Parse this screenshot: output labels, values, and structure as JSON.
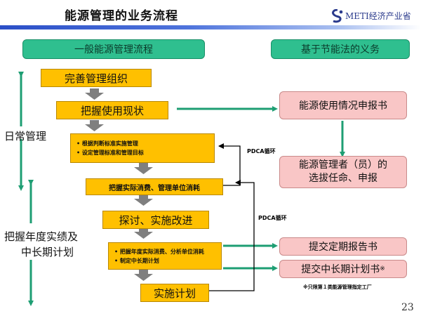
{
  "title": "能源管理的业务流程",
  "logo": {
    "text": "METI经济产业省",
    "icon": "meti-logo-icon"
  },
  "headers": {
    "left": "一般能源管理流程",
    "right": "基于节能法的义务"
  },
  "side_labels": {
    "daily": "日常管理",
    "annual_line1": "把握年度实绩及",
    "annual_line2": "中长期计划"
  },
  "flow": {
    "step1": "完善管理组织",
    "step2": "把握使用现状",
    "step3_items": [
      "根据判断标准实施管理",
      "设定管理标准和管理目标"
    ],
    "step4": "把握实际消费、管理单位消耗",
    "step5": "探讨、实施改进",
    "step6_items": [
      "把握年度实际消费、分析单位消耗",
      "制定中长期计划"
    ],
    "step7": "实施计划"
  },
  "pdca": {
    "label1": "PDCA循环",
    "label2": "PDCA循环"
  },
  "obligations": {
    "report_status": "能源使用情况申报书",
    "manager_line1": "能源管理者（员）的",
    "manager_line2": "选拔任命、申报",
    "periodic_report": "提交定期报告书",
    "midlong_plan": "提交中长期计划书",
    "midlong_mark": "※"
  },
  "footnote": "※只限第１类能源管理指定工厂",
  "page_number": "23",
  "colors": {
    "green": "#2fbf8f",
    "yellow": "#ffc000",
    "pink": "#f9c6c6",
    "arrow_gray": "#7f7f7f",
    "blue": "#2b4fc7"
  }
}
